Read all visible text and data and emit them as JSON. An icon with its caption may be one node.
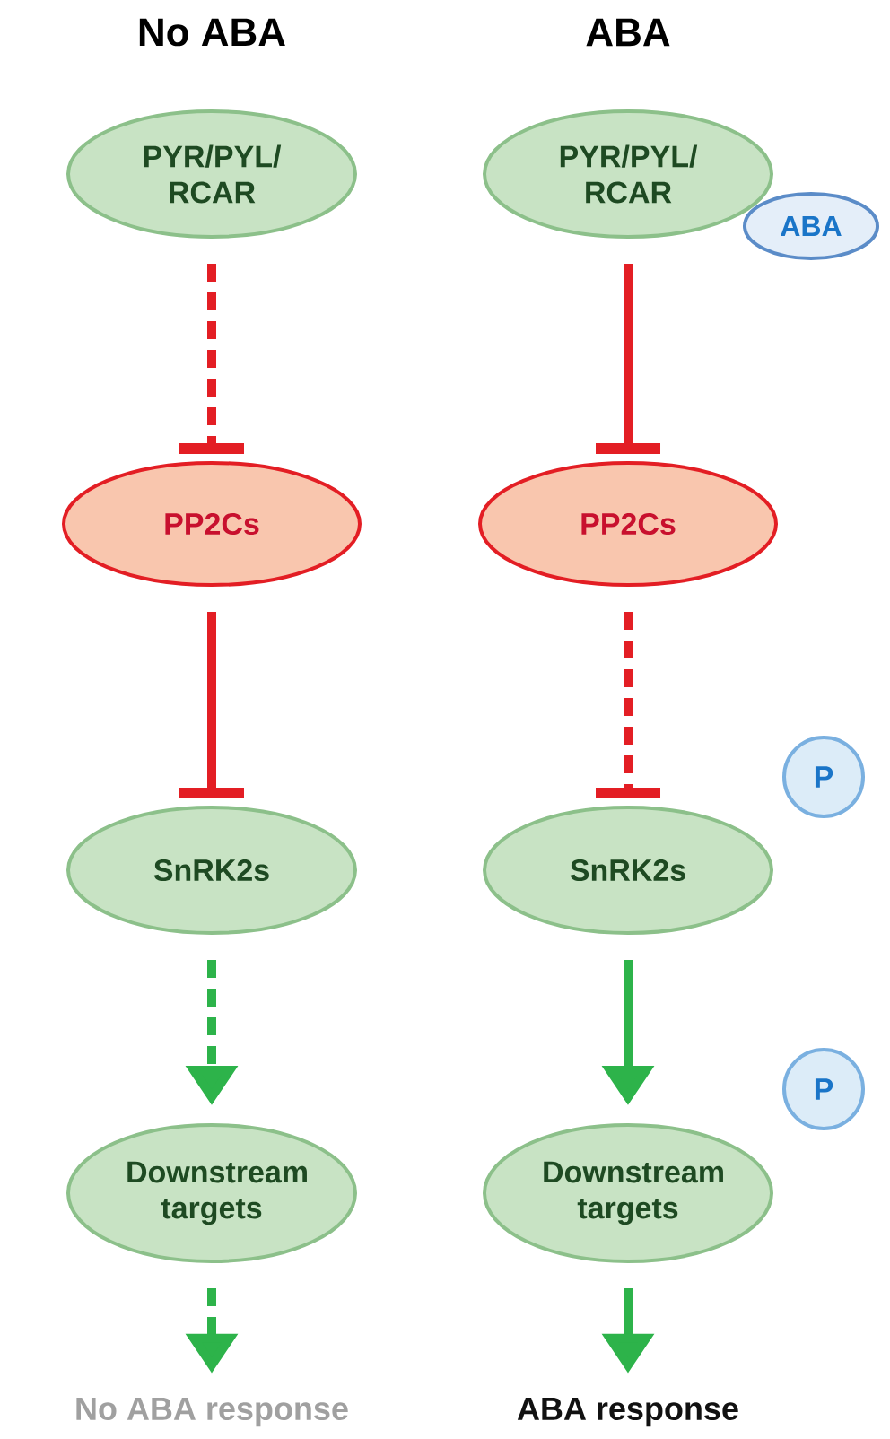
{
  "diagram": {
    "nodes": [
      {
        "text": [
          "PYR/PYL/ RCAR"
        ]
      },
      {
        "text": [
          "PP2Cs"
        ]
      },
      {
        "text": [
          "SnRK2s"
        ]
      },
      {
        "text": [
          "Downstream targets"
        ]
      },
      {
        "text": [
          "No ABA response"
        ]
      },
      {
        "text": [
          "PYR/PYL/ RCAR"
        ]
      },
      {
        "text": [
          "ABA"
        ]
      },
      {
        "text": [
          "PP2Cs"
        ]
      },
      {
        "text": [
          "SnRK2s"
        ]
      },
      {
        "text": [
          "P"
        ]
      },
      {
        "text": [
          "Downstream targets"
        ]
      },
      {
        "text": [
          "P"
        ]
      },
      {
        "text": [
          "ABA response"
        ]
      }
    ],
    "edges": [
      {
        "from": 0,
        "to": 1,
        "arrow": "other",
        "style": "dashed",
        "color": "#e31e24"
      },
      {
        "from": 1,
        "to": 2,
        "arrow": "other",
        "color": "#e31e24"
      },
      {
        "from": 2,
        "to": 3,
        "arrow": "to",
        "style": "dashed",
        "color": "#2db34a"
      },
      {
        "from": 3,
        "to": 4,
        "arrow": "to",
        "style": "dashed",
        "color": "#2db34a"
      },
      {
        "from": 5,
        "to": 7,
        "arrow": "other",
        "color": "#e31e24"
      },
      {
        "from": 7,
        "to": 8,
        "arrow": "other",
        "style": "dashed",
        "color": "#e31e24"
      },
      {
        "from": 8,
        "to": 10,
        "arrow": "to",
        "color": "#2db34a"
      },
      {
        "from": 10,
        "to": 12,
        "arrow": "to",
        "color": "#2db34a"
      }
    ],
    "labels": [
      "No ABA",
      "ABA"
    ]
  }
}
